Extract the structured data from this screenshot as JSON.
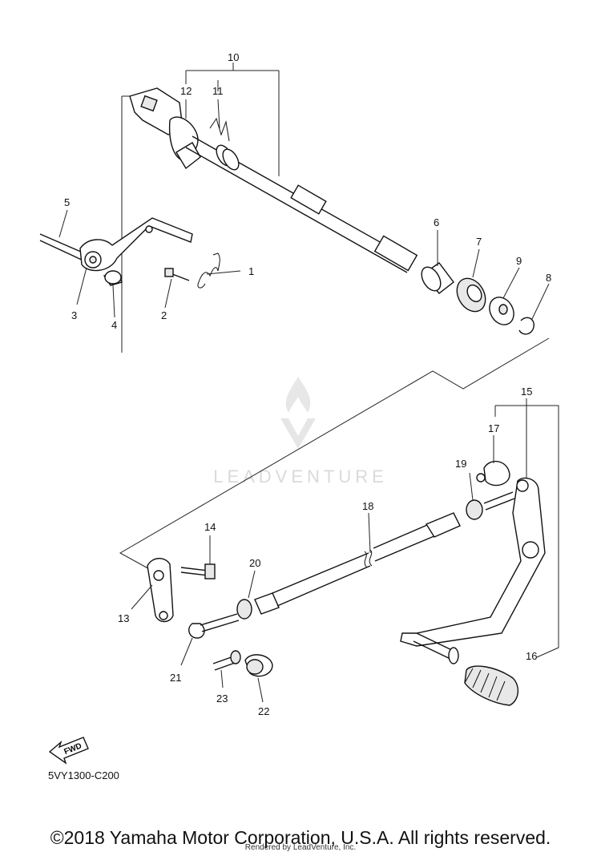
{
  "diagram": {
    "callouts": [
      "1",
      "2",
      "3",
      "4",
      "5",
      "6",
      "7",
      "8",
      "9",
      "10",
      "11",
      "12",
      "13",
      "14",
      "15",
      "16",
      "17",
      "18",
      "19",
      "20",
      "21",
      "22",
      "23"
    ],
    "fwd_label": "FWD",
    "diagram_code": "5VY1300-C200",
    "watermark": "LEADVENTURE"
  },
  "footer": {
    "copyright": "©2018 Yamaha Motor Corporation, U.S.A. All rights reserved.",
    "rendered_by": "Rendered by LeadVenture, Inc."
  }
}
